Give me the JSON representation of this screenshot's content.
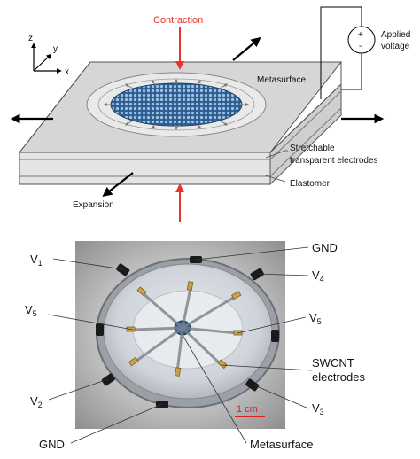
{
  "top_panel": {
    "contraction_label": "Contraction",
    "expansion_label": "Expansion",
    "metasurface_label": "Metasurface",
    "electrodes_label_line1": "Stretchable",
    "electrodes_label_line2": "transparent electrodes",
    "elastomer_label": "Elastomer",
    "voltage_label_line1": "Applied",
    "voltage_label_line2": "voltage",
    "source_plus": "+",
    "source_minus": "-",
    "axis_z": "z",
    "axis_y": "y",
    "axis_x": "x"
  },
  "bottom_panel": {
    "labels": {
      "v1": "V",
      "v1_sub": "1",
      "v5_left": "V",
      "v5_left_sub": "5",
      "v2": "V",
      "v2_sub": "2",
      "gnd_top": "GND",
      "v4": "V",
      "v4_sub": "4",
      "v5_right": "V",
      "v5_right_sub": "5",
      "swcnt_line1": "SWCNT",
      "swcnt_line2": "electrodes",
      "v3": "V",
      "v3_sub": "3",
      "gnd_bottom": "GND",
      "metasurface": "Metasurface",
      "scale_bar": "1 cm"
    }
  },
  "colors": {
    "arrow_red": "#e8332a",
    "scale_red": "#e02020",
    "slab_top": "#dcdcdc",
    "metasurface_blue": "#3c6fa0"
  }
}
